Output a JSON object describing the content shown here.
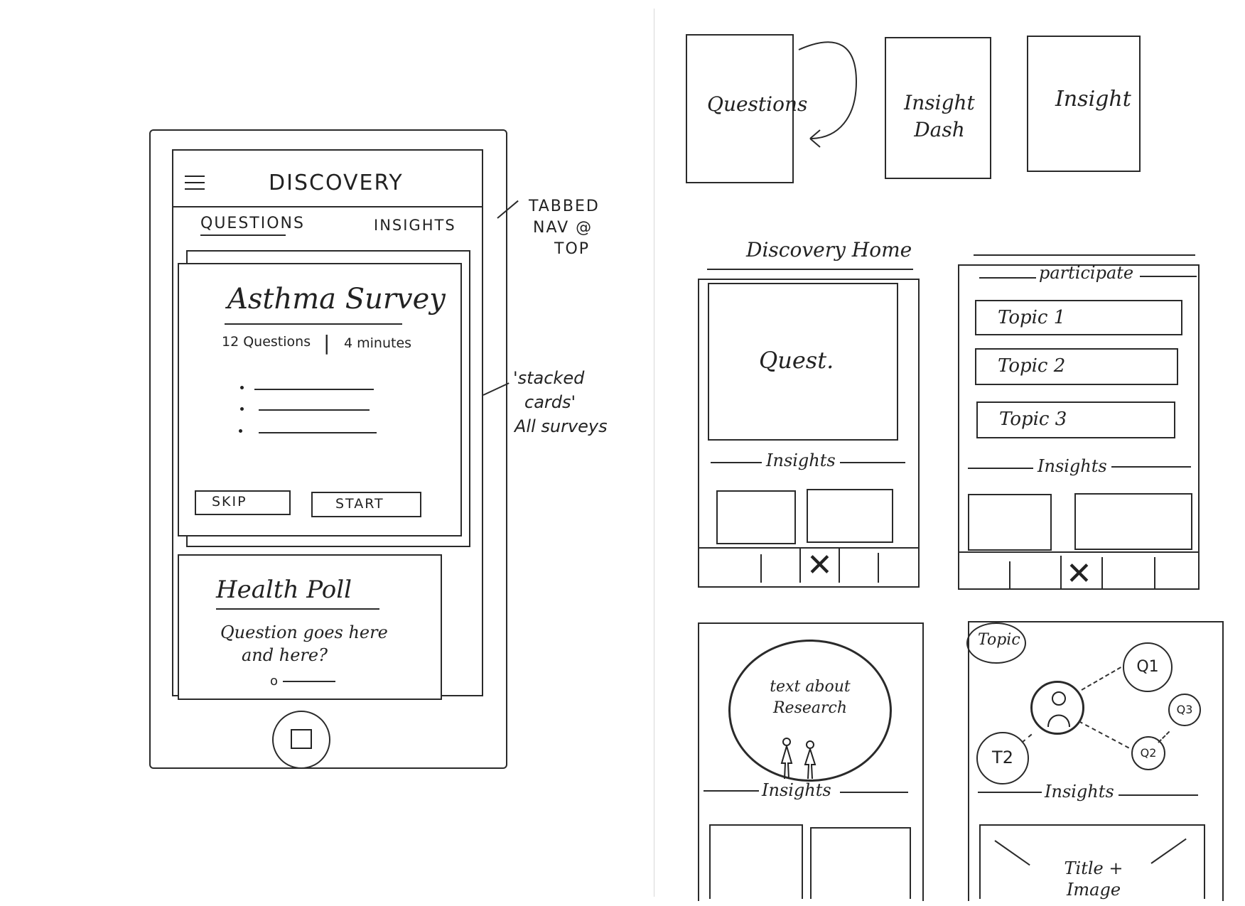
{
  "phone": {
    "app_title": "DISCOVERY",
    "menu_icon": "hamburger-menu-icon",
    "tabs": [
      {
        "label": "QUESTIONS"
      },
      {
        "label": "INSIGHTS"
      }
    ],
    "survey_card": {
      "title": "Asthma Survey",
      "question_count": "12 Questions",
      "separator": "|",
      "duration": "4 minutes",
      "skip_label": "SKIP",
      "start_label": "START"
    },
    "poll_card": {
      "title": "Health Poll",
      "question_line1": "Question goes here",
      "question_line2": "and here?",
      "answer_marker": "o"
    },
    "home_button_icon": "square-home-icon"
  },
  "annotations": {
    "tabbed_nav": [
      "TABBED",
      "NAV @",
      "TOP"
    ],
    "stacked_cards": [
      "'stacked",
      "cards'",
      "All surveys"
    ]
  },
  "flow": {
    "questions": "Questions",
    "insight_dash_line1": "Insight",
    "insight_dash_line2": "Dash",
    "insight": "Insight"
  },
  "discovery_home": {
    "heading": "Discovery Home",
    "quest_label": "Quest.",
    "insights_label": "Insights",
    "nav_active_icon": "x-mark-icon"
  },
  "participate": {
    "heading": "participate",
    "topics": [
      {
        "label": "Topic 1"
      },
      {
        "label": "Topic 2"
      },
      {
        "label": "Topic 3"
      }
    ],
    "insights_label": "Insights",
    "nav_active_icon": "x-mark-icon"
  },
  "research": {
    "text_line1": "text about",
    "text_line2": "Research",
    "people_icon": "people-icon",
    "insights_label": "Insights"
  },
  "topic_map": {
    "topic_label": "Topic",
    "q1": "Q1",
    "q2": "Q2",
    "q3": "Q3",
    "t2": "T2",
    "avatar_icon": "person-avatar-icon",
    "insights_label": "Insights",
    "title_image_line1": "Title +",
    "title_image_line2": "Image"
  }
}
